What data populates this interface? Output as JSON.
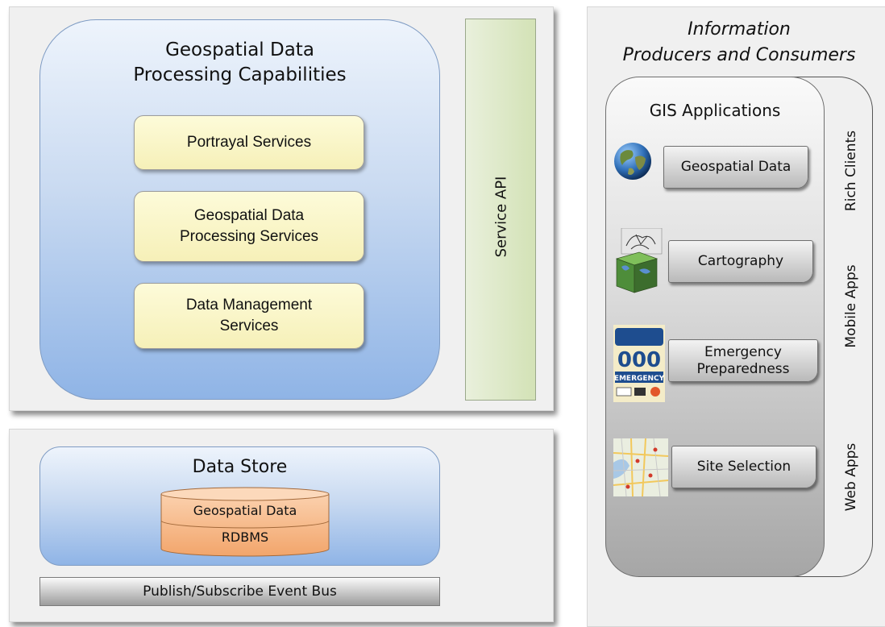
{
  "processing": {
    "title_line1": "Geospatial Data",
    "title_line2": "Processing Capabilities",
    "services": [
      {
        "line1": "Portrayal Services",
        "line2": ""
      },
      {
        "line1": "Geospatial Data",
        "line2": "Processing Services"
      },
      {
        "line1": "Data Management",
        "line2": "Services"
      }
    ],
    "service_api": "Service  API"
  },
  "data_store": {
    "title": "Data Store",
    "cylinder_top": "Geospatial Data",
    "cylinder_bottom": "RDBMS",
    "event_bus": "Publish/Subscribe Event Bus"
  },
  "consumers": {
    "title_line1": "Information",
    "title_line2": "Producers and Consumers",
    "gis_title": "GIS Applications",
    "apps": [
      {
        "label": "Geospatial Data",
        "line2": "",
        "icon": "globe-icon"
      },
      {
        "label": "Cartography",
        "line2": "",
        "icon": "map-cube-icon"
      },
      {
        "label": "Emergency",
        "line2": "Preparedness",
        "icon": "emergency-000-icon"
      },
      {
        "label": "Site Selection",
        "line2": "",
        "icon": "street-map-icon"
      }
    ],
    "client_types": [
      "Rich Clients",
      "Mobile Apps",
      "Web Apps"
    ]
  },
  "colors": {
    "panel_bg": "#f0f0f0",
    "blue_gradient_bottom": "#8fb4e6",
    "yellow_box": "#f6f0b8",
    "service_api_green": "#dfe9c9",
    "cylinder_orange": "#f7b98a"
  }
}
